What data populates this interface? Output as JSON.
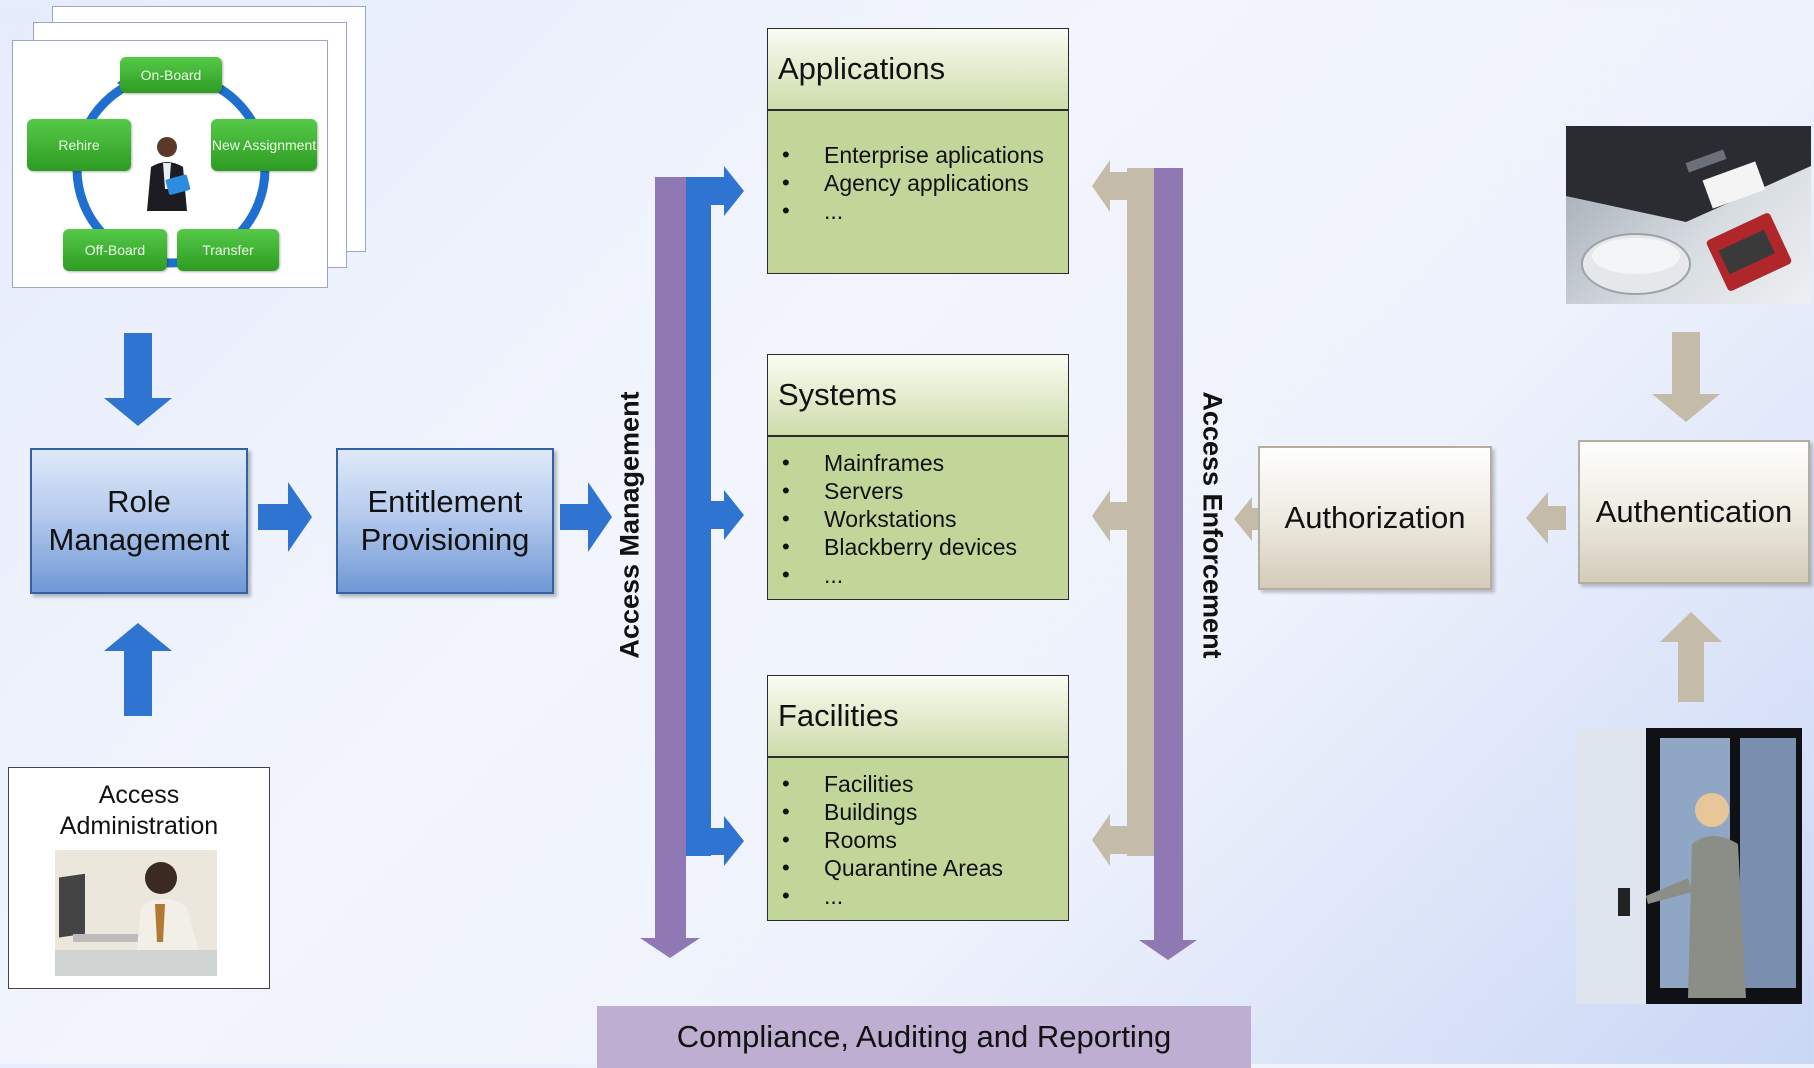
{
  "lifecycle": {
    "stages": [
      "On-Board",
      "New Assignment",
      "Transfer",
      "Off-Board",
      "Rehire"
    ]
  },
  "boxes": {
    "role_management": "Role Management",
    "entitlement_provisioning": "Entitlement Provisioning",
    "authorization": "Authorization",
    "authentication": "Authentication"
  },
  "access_admin": {
    "label": "Access Administration"
  },
  "labels": {
    "access_management": "Access Management",
    "access_enforcement": "Access Enforcement",
    "compliance": "Compliance, Auditing and Reporting"
  },
  "cards": {
    "applications": {
      "title": "Applications",
      "items": [
        "Enterprise aplications",
        "Agency applications",
        "..."
      ]
    },
    "systems": {
      "title": "Systems",
      "items": [
        "Mainframes",
        "Servers",
        "Workstations",
        "Blackberry devices",
        "..."
      ]
    },
    "facilities": {
      "title": "Facilities",
      "items": [
        "Facilities",
        "Buildings",
        "Rooms",
        "Quarantine Areas",
        "..."
      ]
    }
  },
  "colors": {
    "blue_arrow": "#2f74d0",
    "purple_bar": "#8f78b3",
    "tan_arrow": "#c4bba8",
    "card_green": "#c2d69a"
  }
}
